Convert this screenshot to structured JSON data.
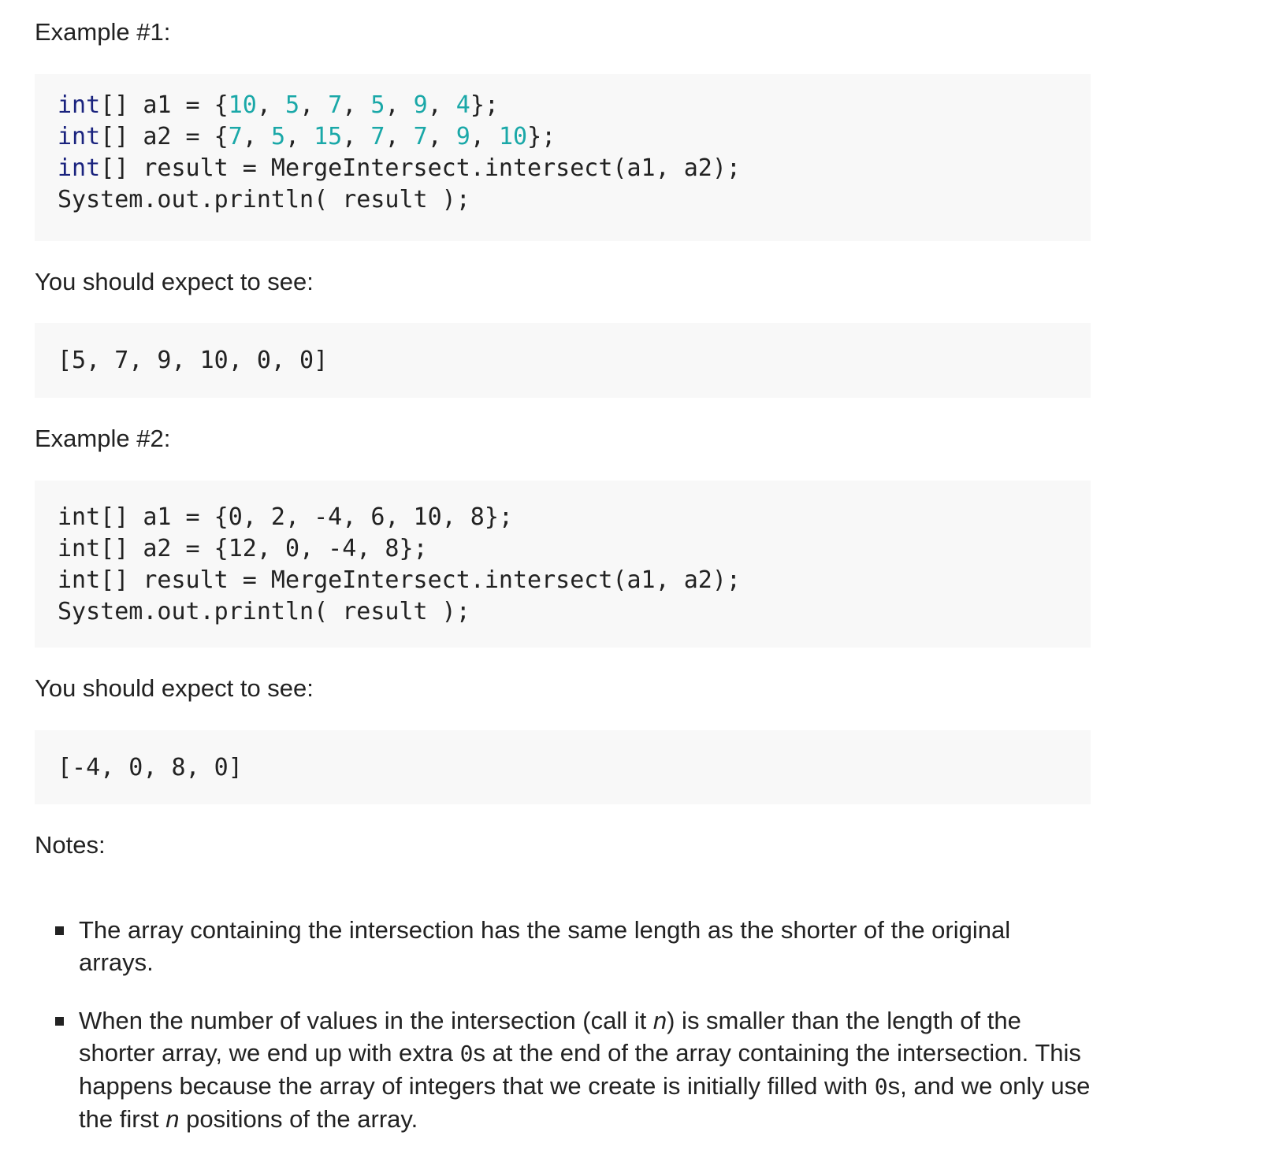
{
  "example1": {
    "heading": "Example #1:",
    "code": {
      "line1": {
        "type": "int",
        "rest_a": "[] a1 = {",
        "nums": [
          "10",
          "5",
          "7",
          "5",
          "9",
          "4"
        ],
        "rest_b": "};"
      },
      "line2": {
        "type": "int",
        "rest_a": "[] a2 = {",
        "nums": [
          "7",
          "5",
          "15",
          "7",
          "7",
          "9",
          "10"
        ],
        "rest_b": "};"
      },
      "line3": {
        "type": "int",
        "rest": "[] result = MergeIntersect.intersect(a1, a2);"
      },
      "line4": "System.out.println( result );"
    },
    "expect_label": "You should expect to see:",
    "output": "[5, 7, 9, 10, 0, 0]"
  },
  "example2": {
    "heading": "Example #2:",
    "code": {
      "line1": "int[] a1 = {0, 2, -4, 6, 10, 8};",
      "line2": "int[] a2 = {12, 0, -4, 8};",
      "line3": "int[] result = MergeIntersect.intersect(a1, a2);",
      "line4": "System.out.println( result );"
    },
    "expect_label": "You should expect to see:",
    "output": "[-4, 0, 8, 0]"
  },
  "notes": {
    "heading": "Notes:",
    "item1": "The array containing the intersection has the same length as the shorter of the original arrays.",
    "item2": {
      "part1": "When the number of values in the intersection (call it ",
      "var1": "n",
      "part2": ") is smaller than the length of the shorter array, we end up with extra ",
      "code1": "0",
      "part3": "s at the end of the array containing the intersection. This happens because the array of integers that we create is initially filled with ",
      "code2": "0",
      "part4": "s, and we only use the first ",
      "var2": "n",
      "part5": " positions of the array."
    }
  },
  "colors": {
    "keyword": "#1a237e",
    "number": "#1aa8a8",
    "code_background": "#f8f8f8"
  }
}
